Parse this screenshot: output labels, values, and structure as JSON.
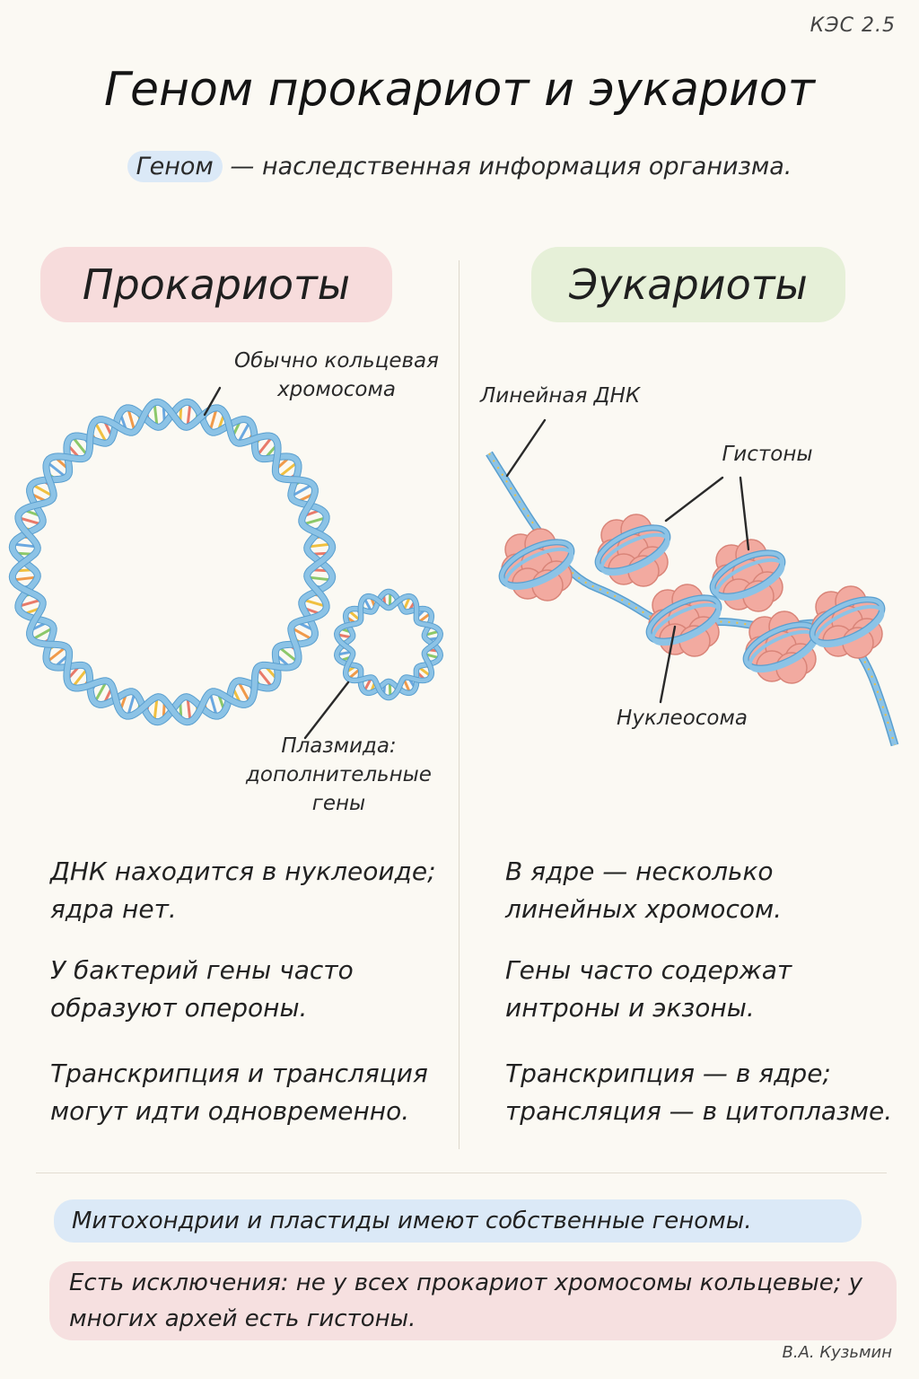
{
  "code": "КЭС 2.5",
  "title": "Геном прокариот и эукариот",
  "subtitle": {
    "term": "Геном",
    "definition": " — наследственная информация организма."
  },
  "prokaryotes": {
    "heading": "Прокариоты",
    "labels": {
      "circular_line1": "Обычно кольцевая",
      "circular_line2": "хромосома",
      "plasmid_line1": "Плазмида:",
      "plasmid_line2": "дополнительные",
      "plasmid_line3": "гены"
    },
    "facts": [
      "ДНК находится в нуклеоиде; ядра нет.",
      "У бактерий гены часто образуют опероны.",
      "Транскрипция и трансляция могут идти одновременно."
    ]
  },
  "eukaryotes": {
    "heading": "Эукариоты",
    "labels": {
      "linear_dna": "Линейная ДНК",
      "histones": "Гистоны",
      "nucleosome": "Нуклеосома"
    },
    "facts": [
      "В ядре — несколько линейных хромосом.",
      "Гены часто содержат интроны и экзоны.",
      "Транскрипция — в ядре; трансляция — в цитоплазме."
    ]
  },
  "notes": [
    "Митохондрии и пластиды имеют собственные геномы.",
    "Есть исключения: не у всех прокариот хромосомы кольцевые; у многих архей есть гистоны."
  ],
  "author": "В.А. Кузьмин",
  "colors": {
    "dna_strand": "#8cc3e6",
    "dna_edge": "#5a9fcf",
    "histone": "#f2aaa0",
    "prokaryote_highlight": "#f7dcdc",
    "eukaryote_highlight": "#e6f0d8",
    "note_blue": "#dbe9f7",
    "note_pink": "#f6e0e0"
  }
}
